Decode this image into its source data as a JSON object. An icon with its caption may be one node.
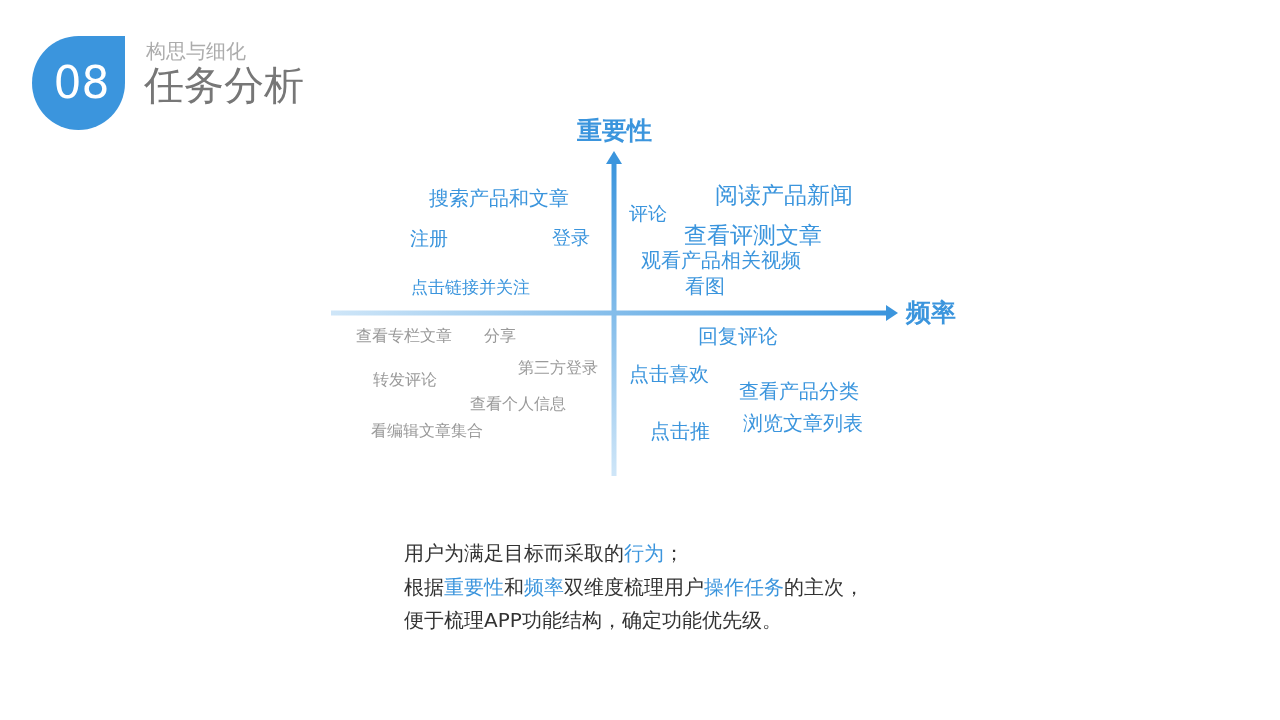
{
  "diagram": {
    "title": "任务分析",
    "nodes": [
      {
        "text": [
          "08"
        ]
      }
    ],
    "labels": [
      "构思与细化",
      "重要性",
      "搜索产品和文章",
      "评论",
      "阅读产品新闻",
      "注册",
      "登录",
      "查看评测文章",
      "观看产品相关视频",
      "点击链接并关注",
      "看图",
      "频率",
      "查看专栏文章",
      "分享",
      "回复评论",
      "转发评论",
      "第三方登录",
      "点击喜欢",
      "查看个人信息",
      "查看产品分类",
      "看编辑文章集合",
      "点击推",
      "浏览文章列表",
      "用户为满足目标而采取的**行为**；",
      "根据**重要性**和**频率**双维度梳理用户**操作任务**的主次，",
      "便于梳理APP功能结构，确定功能优先级。"
    ]
  }
}
